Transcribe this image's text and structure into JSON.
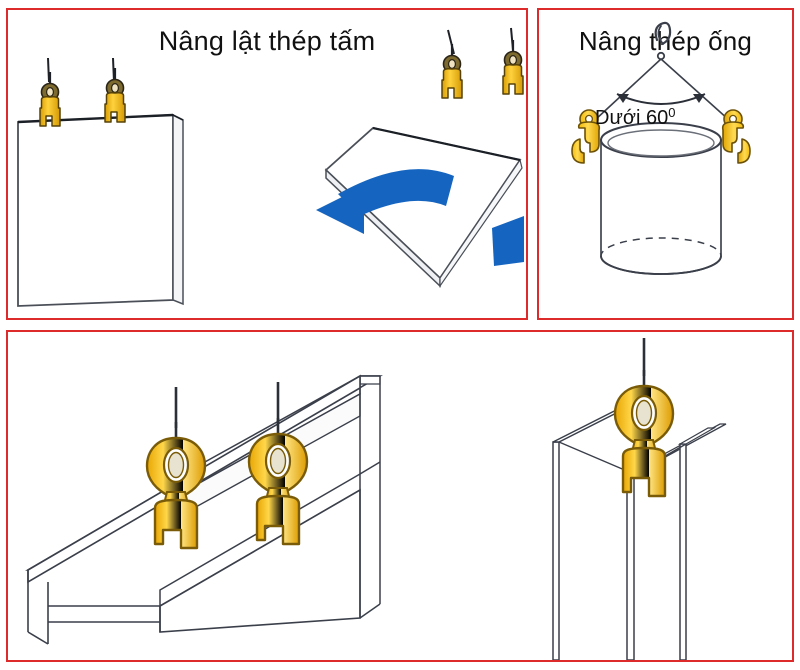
{
  "document": {
    "kind": "technical-illustration",
    "subject": "Lifting clamp usage diagrams",
    "background_color": "#ffffff",
    "border_color": "#dd2b2b"
  },
  "panels": [
    {
      "id": "plate-flip",
      "title": "Nâng lật thép tấm",
      "caption": "",
      "figures": [
        {
          "name": "vertical-steel-plate",
          "clamps": 2,
          "orientation": "vertical"
        },
        {
          "name": "tilted-steel-plate",
          "clamps": 2,
          "orientation": "tilted",
          "arrow": "rotation-arrow-left"
        }
      ]
    },
    {
      "id": "pipe-lift",
      "title": "Nâng thép ống",
      "caption": "",
      "annotation": {
        "text": "Dưới 60",
        "superscript": "0",
        "full": "Dưới 60⁰"
      },
      "figures": [
        {
          "name": "steel-pipe-cylinder",
          "clamps": 2,
          "sling": "two-leg-sling-with-hook"
        }
      ]
    },
    {
      "id": "beam-lift",
      "title": "",
      "figures": [
        {
          "name": "horizontal-h-beam",
          "clamps": 2,
          "orientation": "horizontal-isometric"
        },
        {
          "name": "vertical-h-beam",
          "clamps": 1,
          "orientation": "vertical-end-on"
        }
      ]
    }
  ],
  "colors": {
    "border_red": "#dd2b2b",
    "clamp_yellow": "#ffd33d",
    "clamp_yellow_light": "#ffe680",
    "clamp_outline": "#8a6a10",
    "clamp_dark_ring": "#6b5620",
    "arrow_blue": "#1565c0",
    "line_gray": "#3a3f4a",
    "line_dark": "#1e2228",
    "watermark": "#f5cfcf"
  },
  "watermark": {
    "text": "",
    "visible": false
  }
}
